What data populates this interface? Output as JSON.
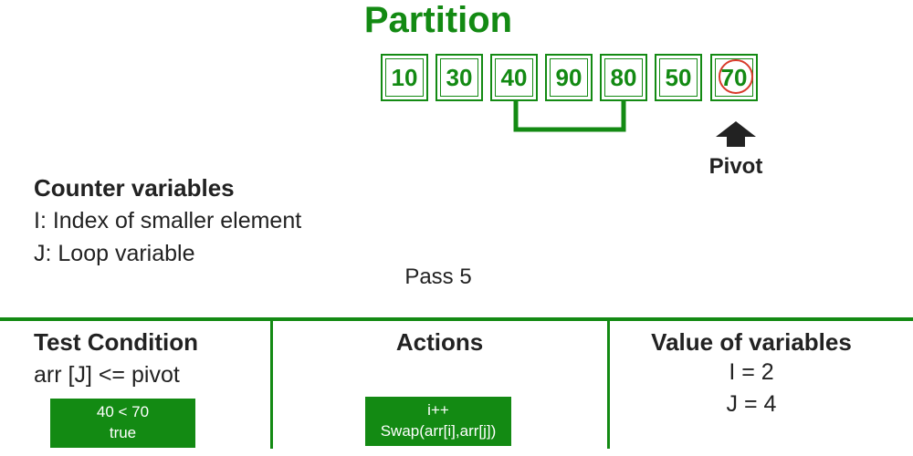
{
  "title": "Partition",
  "array": [
    "10",
    "30",
    "40",
    "90",
    "80",
    "50",
    "70"
  ],
  "pivot_label": "Pivot",
  "counter": {
    "heading": "Counter variables",
    "lines": [
      "I: Index of smaller element",
      "J: Loop variable"
    ]
  },
  "pass_label": "Pass 5",
  "columns": {
    "test": {
      "heading": "Test Condition",
      "condition": "arr [J] <= pivot",
      "result_lines": [
        "40 < 70",
        "true"
      ]
    },
    "actions": {
      "heading": "Actions",
      "lines": [
        "i++",
        "Swap(arr[i],arr[j])"
      ]
    },
    "values": {
      "heading": "Value of variables",
      "lines": [
        "I = 2",
        "J = 4"
      ]
    }
  },
  "colors": {
    "green": "#138a13",
    "circle_red": "#d83a2a",
    "text_dark": "#222222"
  }
}
